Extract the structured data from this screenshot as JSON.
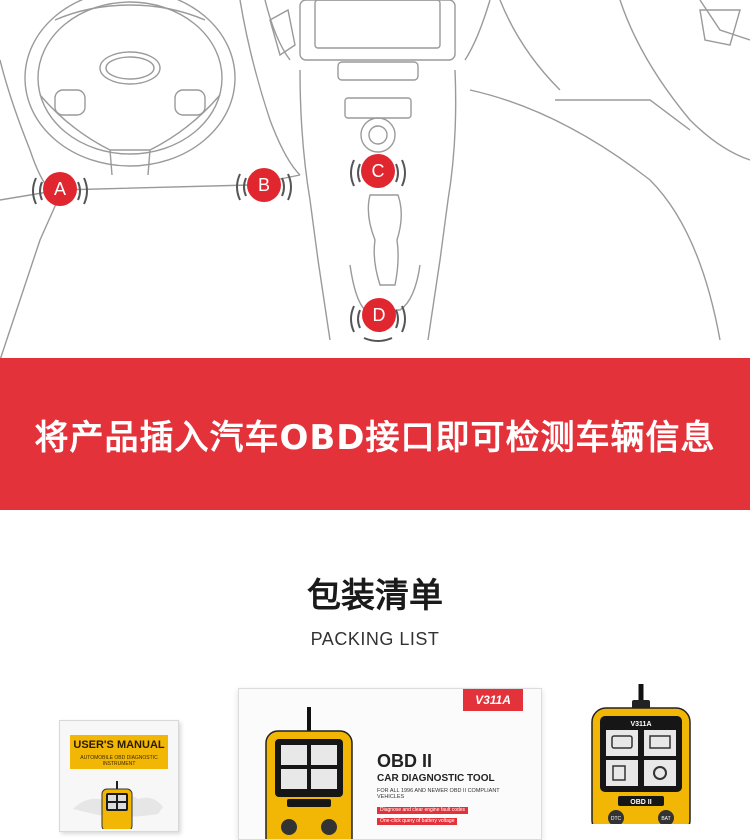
{
  "diagram": {
    "markers": [
      "A",
      "B",
      "C",
      "D"
    ]
  },
  "banner": {
    "text": "将产品插入汽车OBD接口即可检测车辆信息",
    "color": "#e3323a"
  },
  "packing": {
    "title": "包装清单",
    "subtitle": "PACKING LIST"
  },
  "manual": {
    "title": "USER'S MANUAL",
    "subtitle": "AUTOMOBILE OBD DIAGNOSTIC INSTRUMENT"
  },
  "box": {
    "model": "V311A",
    "heading": "OBD II",
    "tool": "CAR DIAGNOSTIC TOOL",
    "compat": "FOR ALL 1996 AND NEWER OBD II COMPLIANT VEHICLES",
    "feature1": "Diagnose and clear engine fault codes",
    "feature2": "One-click query of battery voltage"
  },
  "device": {
    "model": "V311A",
    "screen_label": "OBD II",
    "btn_left": "DTC",
    "btn_right": "BAT",
    "body_color": "#f2b705"
  }
}
